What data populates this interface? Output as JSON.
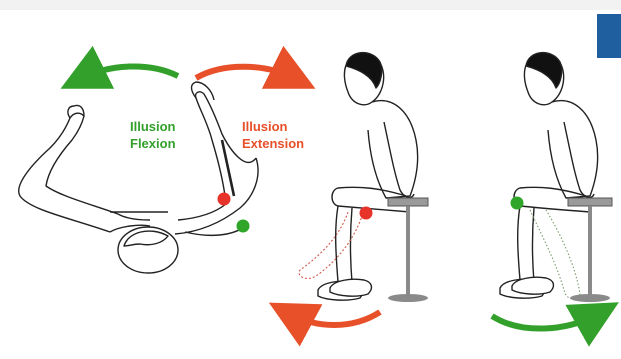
{
  "labels": {
    "flexion_line1": "Illusion",
    "flexion_line2": "Flexion",
    "extension_line1": "Illusion",
    "extension_line2": "Extension"
  },
  "colors": {
    "flexion": "#33a02c",
    "extension": "#e8502a",
    "line": "#222222",
    "stool": "#9a9a9a",
    "accent_tab": "#1f5fa0"
  },
  "icons": {
    "marker_red": "red-dot",
    "marker_green": "green-dot"
  }
}
